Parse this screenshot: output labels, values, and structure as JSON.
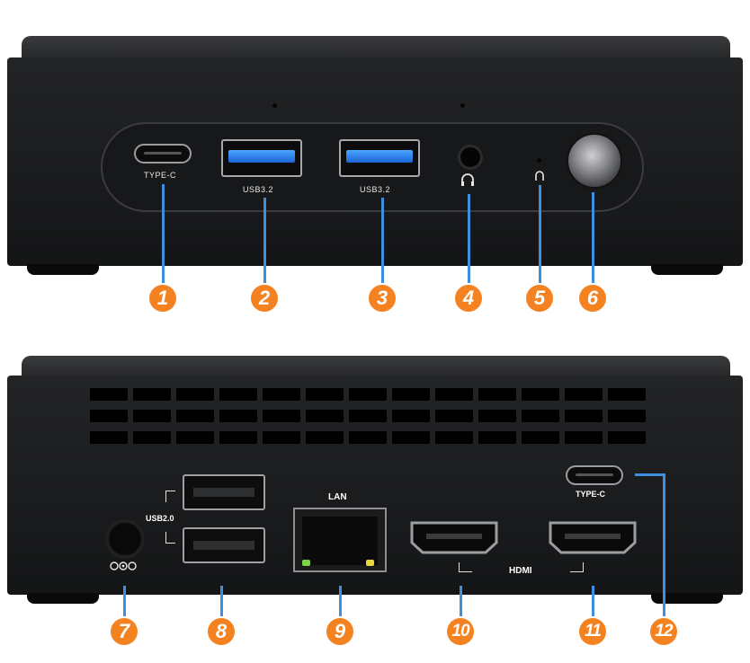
{
  "front": {
    "ports": [
      {
        "label": "TYPE-C",
        "badge": "1"
      },
      {
        "label": "USB3.2",
        "badge": "2"
      },
      {
        "label": "USB3.2",
        "badge": "3"
      },
      {
        "label": "",
        "badge": "4"
      },
      {
        "label": "",
        "badge": "5"
      },
      {
        "label": "",
        "badge": "6"
      }
    ]
  },
  "rear": {
    "usb2_label": "USB2.0",
    "lan_label": "LAN",
    "hdmi_label": "HDMI",
    "typec_label": "TYPE-C",
    "badges": [
      "7",
      "8",
      "9",
      "10",
      "11",
      "12"
    ]
  },
  "colors": {
    "badge": "#f58220",
    "leader": "#3f8fe0",
    "usb3_blue": "#2a7ef0"
  }
}
